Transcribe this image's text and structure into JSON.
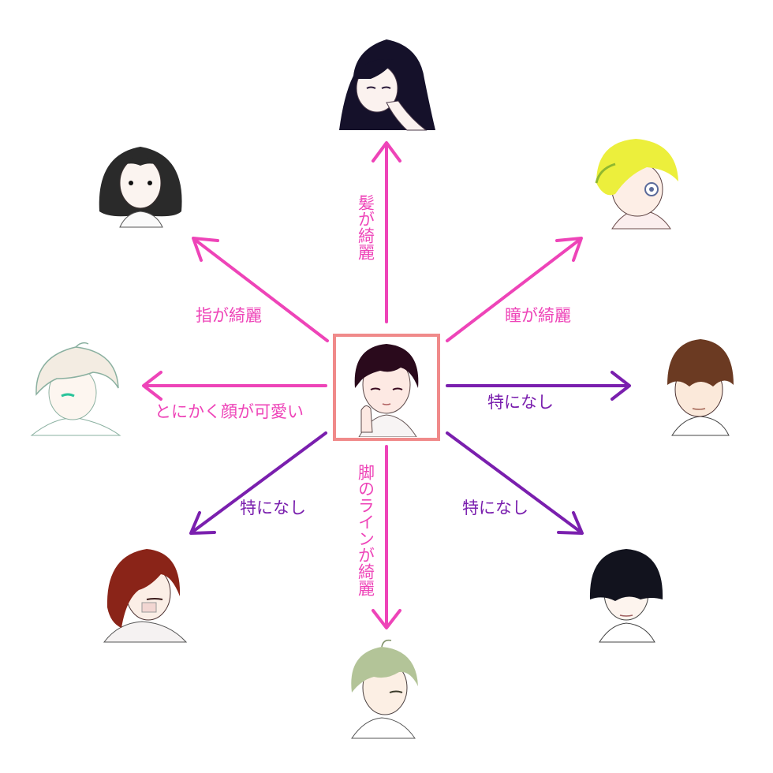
{
  "colors": {
    "pink": "#ee44b8",
    "purple": "#7a1fae",
    "center_frame": "#f08a8a"
  },
  "center": {
    "name": "center-character"
  },
  "relations": [
    {
      "id": "top",
      "label": "髪が綺麗",
      "color": "pink"
    },
    {
      "id": "top-left",
      "label": "指が綺麗",
      "color": "pink"
    },
    {
      "id": "top-right",
      "label": "瞳が綺麗",
      "color": "pink"
    },
    {
      "id": "left",
      "label": "とにかく顔が可愛い",
      "color": "pink"
    },
    {
      "id": "right",
      "label": "特になし",
      "color": "purple"
    },
    {
      "id": "bottom-left",
      "label": "特になし",
      "color": "purple"
    },
    {
      "id": "bottom-right",
      "label": "特になし",
      "color": "purple"
    },
    {
      "id": "bottom",
      "label": "脚のラインが綺麗",
      "color": "pink"
    }
  ]
}
